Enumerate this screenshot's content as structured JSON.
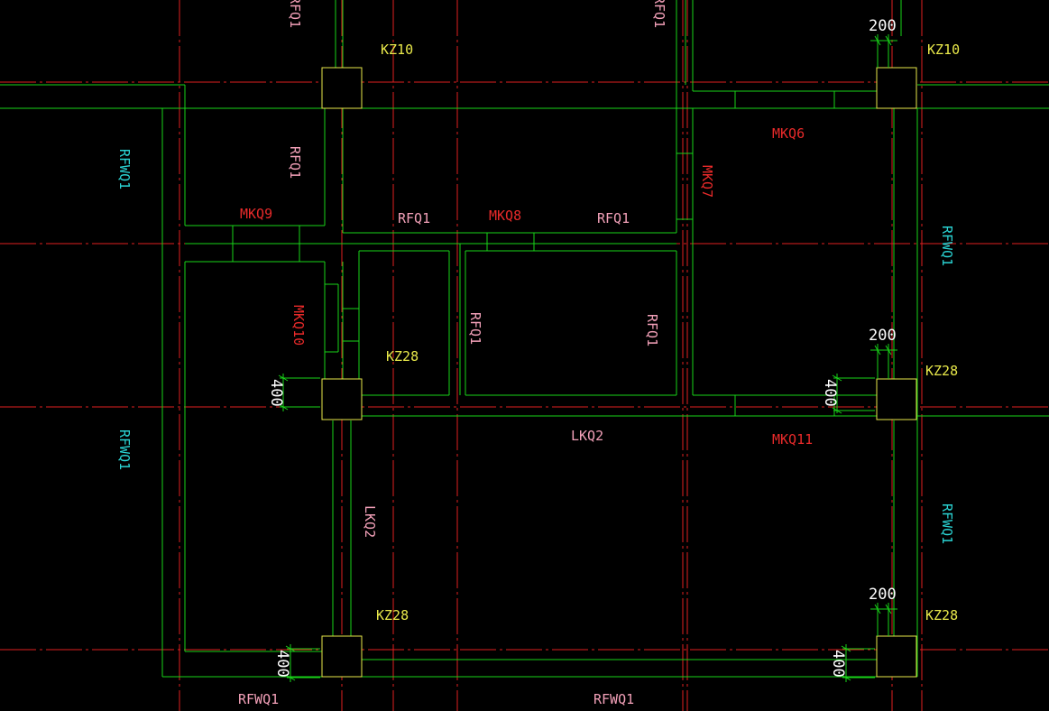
{
  "colors": {
    "background": "#000000",
    "axis": "#e02020",
    "wall": "#19d419",
    "column": "#e8e84a",
    "label_red": "#e82a2a",
    "label_pink": "#f2a0b8",
    "label_yellow": "#e8e84a",
    "label_cyan": "#2ad4d4",
    "dimension_text": "#ffffff"
  },
  "columns": [
    "KZ10",
    "KZ10",
    "KZ28",
    "KZ28",
    "KZ28"
  ],
  "labels": {
    "rfq1_top_left": "RFQ1",
    "rfq1_top_mid": "RFQ1",
    "rfq1_left_room": "RFQ1",
    "rfq1_mid_a": "RFQ1",
    "rfq1_mid_b": "RFQ1",
    "rfq1_vert_a": "RFQ1",
    "rfq1_vert_b": "RFQ1",
    "rfwq1_left_upper": "RFWQ1",
    "rfwq1_left_lower": "RFWQ1",
    "rfwq1_right_upper": "RFWQ1",
    "rfwq1_right_lower": "RFWQ1",
    "rfwq1_bottom_left": "RFWQ1",
    "rfwq1_bottom_mid": "RFWQ1",
    "mkq9": "MKQ9",
    "mkq8": "MKQ8",
    "mkq7": "MKQ7",
    "mkq6": "MKQ6",
    "mkq10": "MKQ10",
    "mkq11": "MKQ11",
    "lkq2_h": "LKQ2",
    "lkq2_v": "LKQ2"
  },
  "dimensions": {
    "d200_a": "200",
    "d200_b": "200",
    "d200_c": "200",
    "d400_a": "400",
    "d400_b": "400",
    "d400_c": "400",
    "d400_d": "400"
  }
}
